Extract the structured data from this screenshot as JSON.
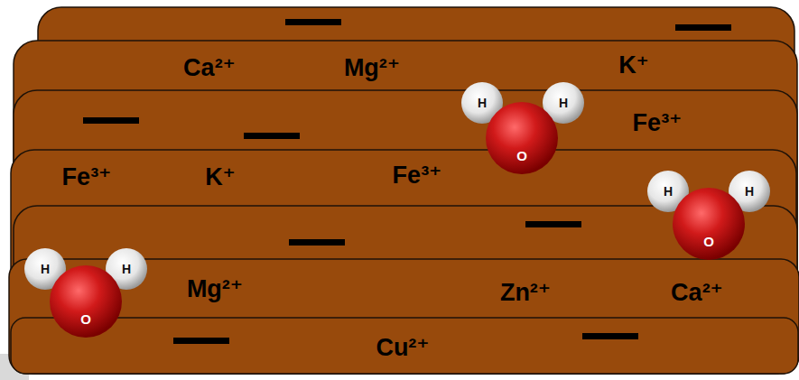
{
  "diagram": {
    "labels": [
      "Ca²⁺",
      "Mg²⁺",
      "K⁺",
      "H",
      "H",
      "O",
      "Fe³⁺",
      "Fe³⁺",
      "K⁺",
      "Fe³⁺",
      "H",
      "H",
      "O",
      "H",
      "H",
      "O",
      "Mg²⁺",
      "Zn²⁺",
      "Ca²⁺",
      "Cu²⁺"
    ]
  }
}
